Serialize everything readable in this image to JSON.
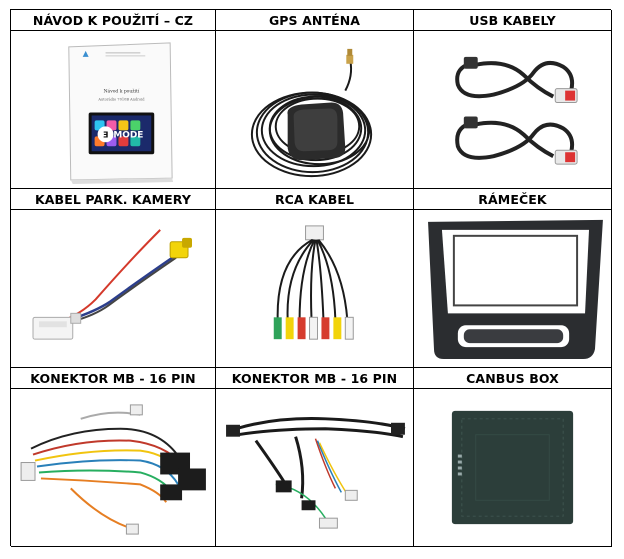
{
  "cells": [
    {
      "label": "NÁVOD K POUŽITÍ – CZ",
      "icon": "manual-booklet"
    },
    {
      "label": "GPS ANTÉNA",
      "icon": "gps-antenna"
    },
    {
      "label": "USB KABELY",
      "icon": "usb-cables"
    },
    {
      "label": "KABEL PARK. KAMERY",
      "icon": "parking-camera-cable"
    },
    {
      "label": "RCA KABEL",
      "icon": "rca-cable"
    },
    {
      "label": "RÁMEČEK",
      "icon": "mounting-frame"
    },
    {
      "label": "KONEKTOR MB - 16 PIN",
      "icon": "mb-16pin-harness"
    },
    {
      "label": "KONEKTOR MB - 16 PIN",
      "icon": "mb-16pin-harness-alt"
    },
    {
      "label": "CANBUS BOX",
      "icon": "canbus-box"
    }
  ],
  "manual": {
    "title": "Návod k použití",
    "subtitle": "Autorádio 7010B Android",
    "screen_text": "MODE"
  },
  "colors": {
    "border": "#000000",
    "text": "#000000",
    "background": "#ffffff"
  }
}
